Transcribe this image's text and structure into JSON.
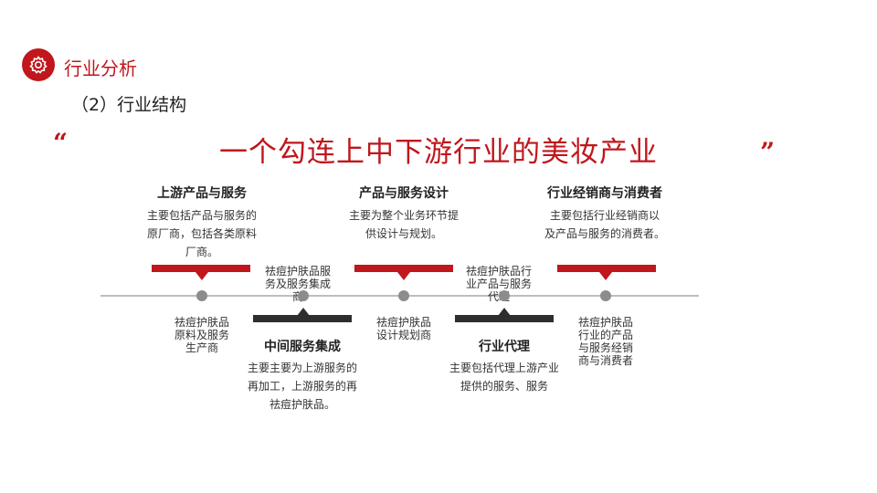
{
  "header": {
    "section_title": "行业分析",
    "subtitle": "（2）行业结构",
    "icon": "gear-icon"
  },
  "headline": {
    "open_quote": "“",
    "text": "一个勾连上中下游行业的美妆产业",
    "close_quote": "”"
  },
  "colors": {
    "accent": "#c0161c",
    "dark": "#2e2e2e",
    "axis": "#bdbdbd",
    "dot": "#8c8c8c"
  },
  "diagram": {
    "top_stages": [
      {
        "title": "上游产品与服务",
        "desc_lines": [
          "主要包括产品与服务的",
          "原厂商，包括各类原料",
          "厂商。"
        ]
      },
      {
        "title": "产品与服务设计",
        "desc_lines": [
          "主要为整个业务环节提",
          "供设计与规划。"
        ]
      },
      {
        "title": "行业经销商与消费者",
        "desc_lines": [
          "主要包括行业经销商以",
          "及产品与服务的消费者。"
        ]
      }
    ],
    "bottom_stages": [
      {
        "title": "中间服务集成",
        "desc_lines": [
          "主要主要为上游服务的",
          "再加工，上游服务的再",
          "祛痘护肤品。"
        ]
      },
      {
        "title": "行业代理",
        "desc_lines": [
          "主要包括代理上游产业",
          "提供的服务、服务"
        ]
      }
    ],
    "below_axis_labels": [
      [
        "祛痘护肤品",
        "原料及服务",
        "生产商"
      ],
      [
        "祛痘护肤品",
        "设计规划商"
      ],
      [
        "祛痘护肤品",
        "行业的产品",
        "与服务经销",
        "商与消费者"
      ]
    ],
    "above_axis_labels": [
      [
        "祛痘护肤品服",
        "务及服务集成",
        "商"
      ],
      [
        "祛痘护肤品行",
        "业产品与服务",
        "代理"
      ]
    ]
  }
}
